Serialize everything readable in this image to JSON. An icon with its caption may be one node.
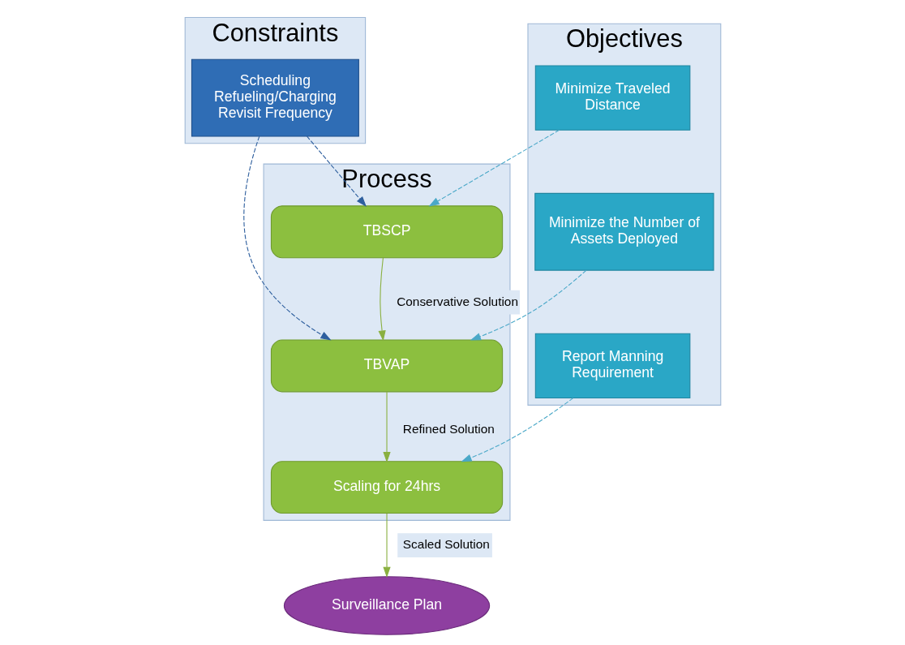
{
  "diagram": {
    "nodes": [
      {
        "text": [
          "Constraints"
        ]
      },
      {
        "text": [
          "Process"
        ]
      },
      {
        "text": [
          "Objectives"
        ]
      },
      {
        "text": [
          "Scheduling Refueling/Charging Revisit Frequency"
        ],
        "in": 0
      },
      {
        "text": [
          "TBSCP"
        ],
        "in": 1
      },
      {
        "text": [
          "TBVAP"
        ],
        "in": 1
      },
      {
        "text": [
          "Scaling for 24hrs"
        ],
        "in": 1
      },
      {
        "text": [
          "Minimize Traveled Distance"
        ],
        "in": 2
      },
      {
        "text": [
          "Minimize the Number of Assets Deployed"
        ],
        "in": 2
      },
      {
        "text": [
          "Report Manning Requirement"
        ],
        "in": 2
      },
      {
        "text": [
          "Surveillance Plan"
        ]
      }
    ],
    "edges": [
      {
        "from": 3,
        "to": 4,
        "arrow": "to",
        "style": "dashed",
        "color": "#2e5f9e"
      },
      {
        "from": 3,
        "to": 5,
        "arrow": "to",
        "style": "dashed",
        "color": "#2e5f9e"
      },
      {
        "from": 7,
        "to": 4,
        "arrow": "to",
        "style": "dashed",
        "color": "#4aa8c8"
      },
      {
        "from": 8,
        "to": 5,
        "arrow": "to",
        "style": "dashed",
        "color": "#4aa8c8"
      },
      {
        "from": 9,
        "to": 6,
        "arrow": "to",
        "style": "dashed",
        "color": "#4aa8c8"
      },
      {
        "from": 4,
        "to": 5,
        "arrow": "to",
        "label": "Conservative Solution",
        "color": "#8ab040"
      },
      {
        "from": 5,
        "to": 6,
        "arrow": "to",
        "label": "Refined Solution",
        "color": "#8ab040"
      },
      {
        "from": 6,
        "to": 10,
        "arrow": "to",
        "label": "Scaled Solution",
        "color": "#8ab040"
      }
    ]
  }
}
